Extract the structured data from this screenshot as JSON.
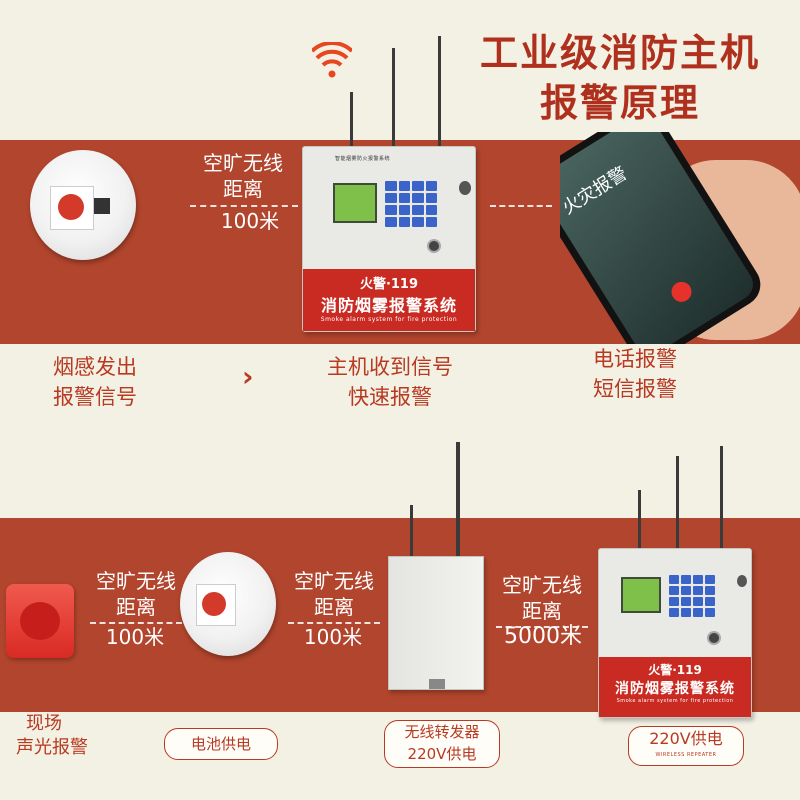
{
  "header": {
    "title_line1": "工业级消防主机",
    "title_line2": "报警原理"
  },
  "top_section": {
    "wireless_label_1": "空旷无线",
    "wireless_label_2": "距离",
    "distance": "100米",
    "host_badge_text": "火警·119",
    "host_title": "消防烟雾报警系统",
    "host_subtitle": "Smoke alarm system for fire protection",
    "host_header_text": "智能烟雾防火报警系统",
    "phone_call_text": "火灾报警"
  },
  "steps": {
    "step1_line1": "烟感发出",
    "step1_line2": "报警信号",
    "arrow": "›",
    "step2_line1": "主机收到信号",
    "step2_line2": "快速报警",
    "step3_line1": "电话报警",
    "step3_line2": "短信报警"
  },
  "bottom_section": {
    "link1_line1": "空旷无线",
    "link1_line2": "距离",
    "link1_distance": "100米",
    "link2_line1": "空旷无线",
    "link2_line2": "距离",
    "link2_distance": "100米",
    "link3_line1": "空旷无线",
    "link3_line2": "距离",
    "link3_distance": "5000米",
    "host_badge_text": "火警·119",
    "host_title": "消防烟雾报警系统",
    "host_subtitle": "Smoke alarm system for fire protection"
  },
  "footer": {
    "siren_label_1": "现场",
    "siren_label_2": "声光报警",
    "detector_label": "电池供电",
    "repeater_label_1": "无线转发器",
    "repeater_label_2": "220V供电",
    "host_label": "220V供电",
    "host_label_sub": "WIRELESS REPEATER"
  },
  "colors": {
    "band": "#b2452d",
    "background": "#f3f1e4",
    "title_red": "#b0301e",
    "accent_red": "#c92a22"
  }
}
